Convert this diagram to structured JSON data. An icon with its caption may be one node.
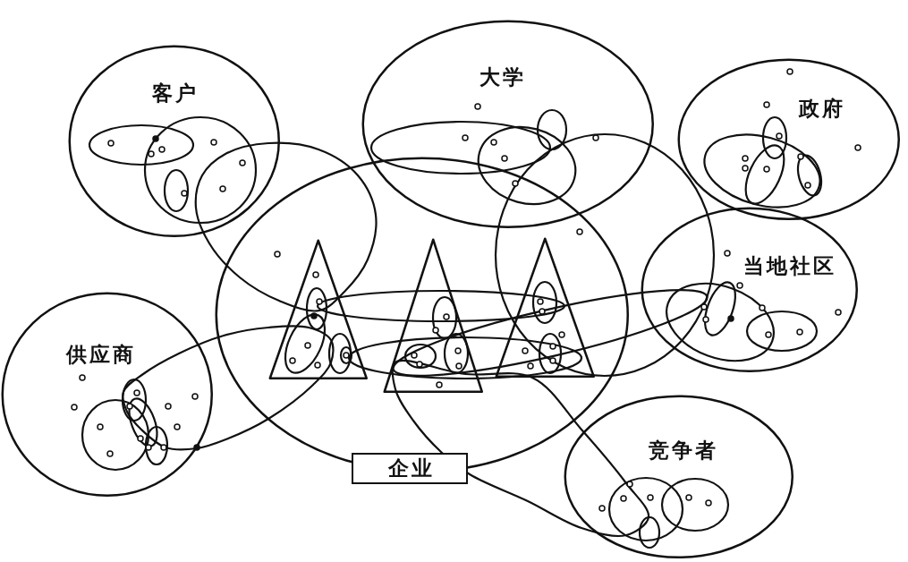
{
  "diagram": {
    "nodes": [
      {
        "text": [
          "客户"
        ]
      },
      {
        "text": [
          "大学"
        ]
      },
      {
        "text": [
          "政府"
        ]
      },
      {
        "text": [
          "供应商"
        ]
      },
      {
        "text": [
          "企业"
        ]
      },
      {
        "text": [],
        "shape": "triangle",
        "in": 4
      },
      {
        "text": [],
        "shape": "triangle",
        "in": 4
      },
      {
        "text": [],
        "shape": "triangle",
        "in": 4
      },
      {
        "text": [
          "当地社区"
        ]
      },
      {
        "text": [
          "竞争者"
        ]
      }
    ]
  }
}
